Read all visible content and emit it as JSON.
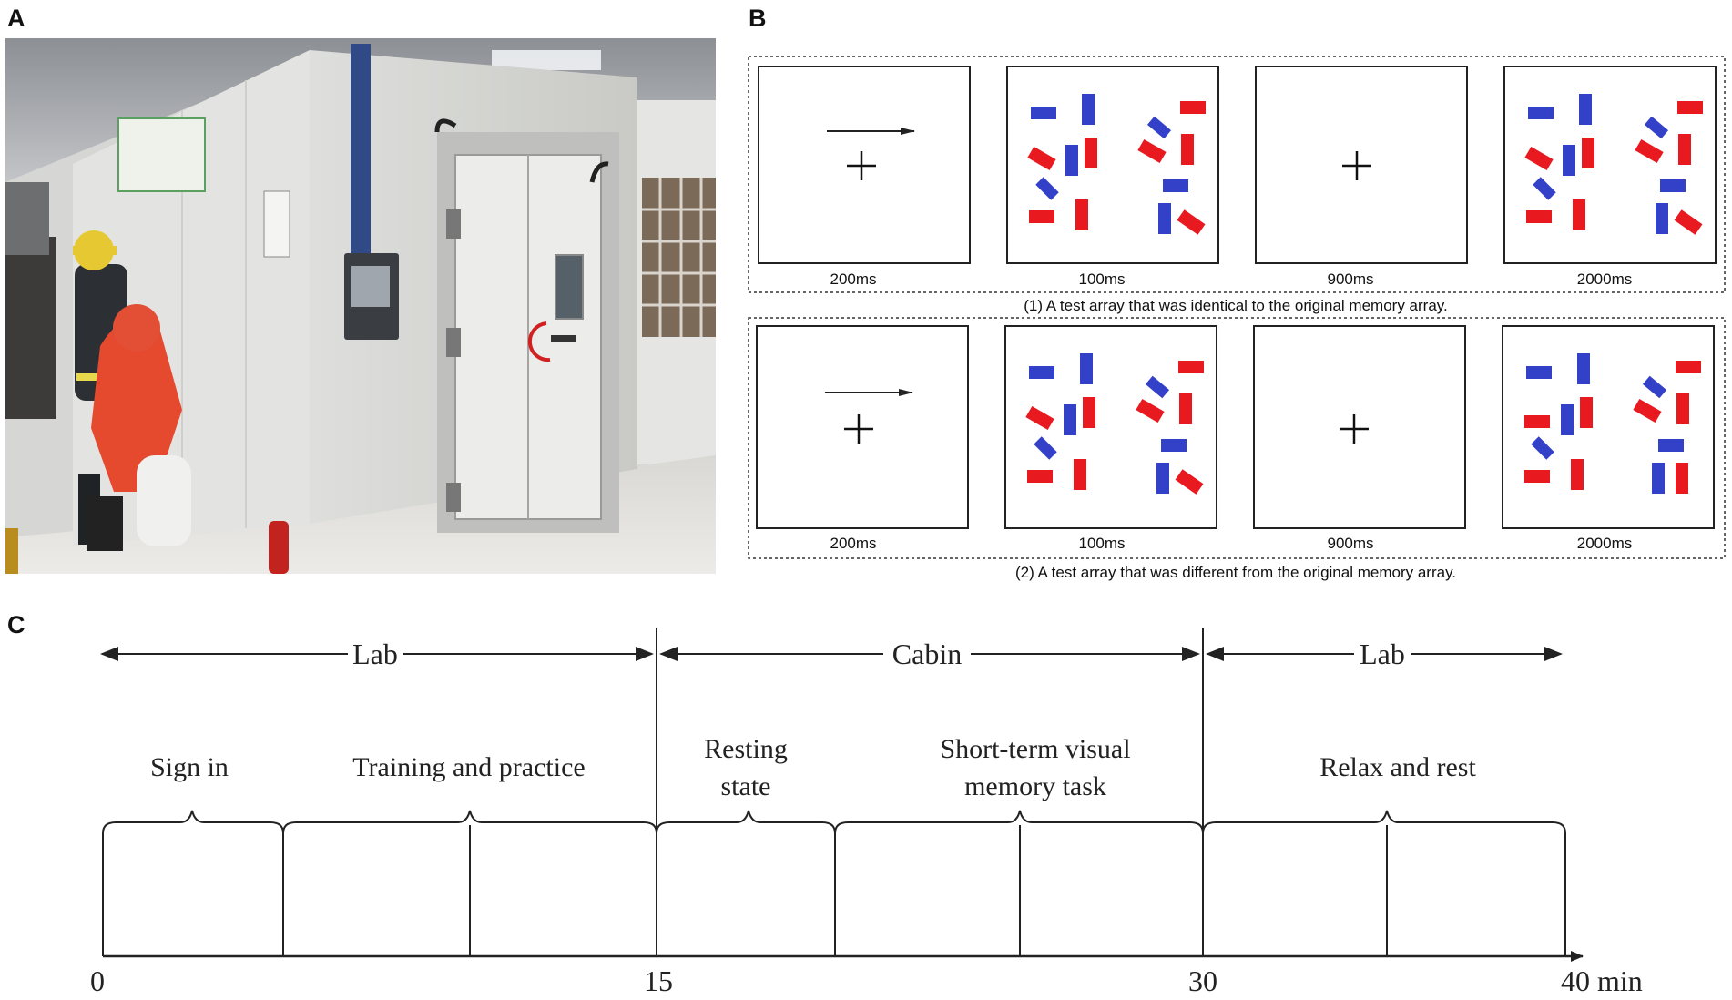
{
  "panels": {
    "a": "A",
    "b": "B",
    "c": "C"
  },
  "panel_b": {
    "timings": [
      "200ms",
      "100ms",
      "900ms",
      "2000ms"
    ],
    "row1_caption": "(1) A test array that was  identical to the original memory array.",
    "row2_caption": "(2) A test array that was different from the original memory array.",
    "colors": {
      "red": "#e8191f",
      "blue": "#3340c8"
    }
  },
  "panel_c": {
    "phases": [
      "Lab",
      "Cabin",
      "Lab"
    ],
    "activities": {
      "sign_in": "Sign in",
      "training": "Training and practice",
      "resting_1": "Resting",
      "resting_2": "state",
      "memory_1": "Short-term visual",
      "memory_2": "memory task",
      "relax": "Relax and rest"
    },
    "ticks": [
      "0",
      "15",
      "30",
      "40 min"
    ]
  }
}
